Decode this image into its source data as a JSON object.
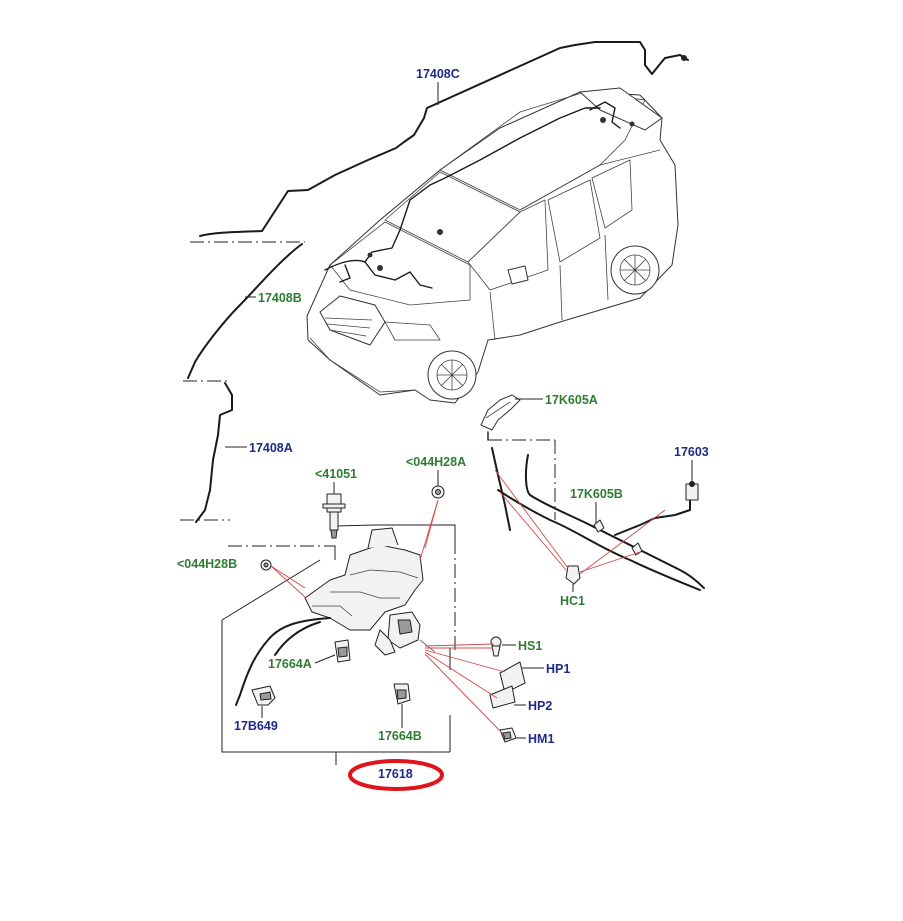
{
  "labels": {
    "p17408c": "17408C",
    "p17408b": "17408B",
    "p17408a": "17408A",
    "p17k605a": "17K605A",
    "p17603": "17603",
    "p17k605b": "17K605B",
    "p41051": "<41051",
    "p044h28a": "<044H28A",
    "p044h28b": "<044H28B",
    "hc1": "HC1",
    "hs1": "HS1",
    "hp1": "HP1",
    "hp2": "HP2",
    "hm1": "HM1",
    "p17664a": "17664A",
    "p17b649": "17B649",
    "p17664b": "17664B",
    "p17618": "17618"
  },
  "colors": {
    "blue_label": "#1c2a8a",
    "green_label": "#2f7d32",
    "leader_line": "#d44a4a",
    "highlight_ring": "#e0141b"
  }
}
